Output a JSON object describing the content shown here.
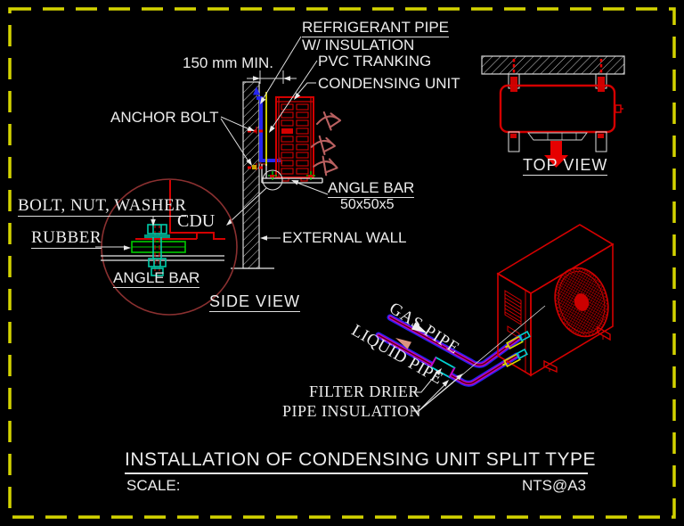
{
  "sheet": {
    "kind": "CAD installation drawing"
  },
  "colors": {
    "background": "#000000",
    "border_dash": "#d4d400",
    "drawing_red": "#d40000",
    "pipe_blue": "#2525f0",
    "trunking_yellow": "#c9c900",
    "rubber_green": "#00cc00",
    "bolt_teal": "#00ccaa",
    "pipe_magenta": "#c400c4",
    "fitting_cyan": "#00d0d0",
    "line_white": "#e8e8e8",
    "detail_circle": "#8a3030",
    "airflow_red": "#b96060"
  },
  "side_view": {
    "dimension": "150 mm MIN.",
    "label_refrigerant_line1": "REFRIGERANT PIPE",
    "label_refrigerant_line2": "W/ INSULATION",
    "label_pvc": "PVC TRANKING",
    "label_condensing_unit": "CONDENSING UNIT",
    "label_anchor_bolt": "ANCHOR BOLT",
    "label_angle_bar": "ANGLE BAR",
    "label_angle_bar_size": "50x50x5",
    "label_external_wall": "EXTERNAL WALL",
    "caption": "SIDE VIEW"
  },
  "detail_view": {
    "label_bolt_nut_washer": "BOLT, NUT, WASHER",
    "label_rubber": "RUBBER",
    "label_cdu": "CDU",
    "label_angle_bar": "ANGLE BAR"
  },
  "top_view": {
    "caption": "TOP VIEW"
  },
  "isometric_view": {
    "label_gas_pipe": "GAS PIPE",
    "label_liquid_pipe": "LIQUID PIPE",
    "label_filter_drier": "FILTER DRIER",
    "label_pipe_insulation": "PIPE INSULATION"
  },
  "title_block": {
    "title": "INSTALLATION OF CONDENSING UNIT SPLIT TYPE",
    "scale_label": "SCALE:",
    "scale_value": "NTS@A3"
  }
}
